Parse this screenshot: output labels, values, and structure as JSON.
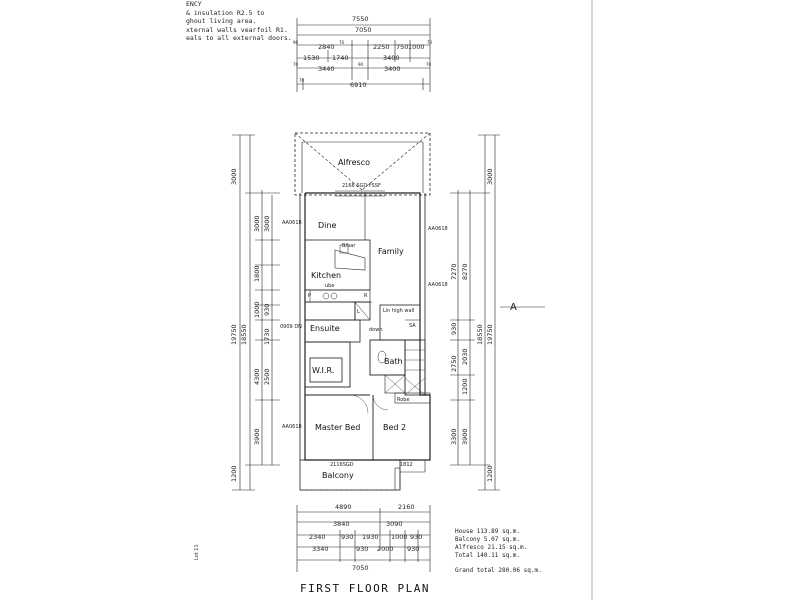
{
  "header_notes": [
    "ENCY",
    "& insulation R2.5 to",
    "ghout living area.",
    "xternal walls vearfoil R1.",
    "eals to all external doors."
  ],
  "top_dims": {
    "overall": "7550",
    "row2": "7050",
    "row3": [
      "2840",
      "2250",
      "750",
      "1000"
    ],
    "row4": [
      "1530",
      "1740",
      "3400"
    ],
    "row5": [
      "3440",
      "3400"
    ],
    "row6": "6910",
    "small": [
      "90",
      "70",
      "70",
      "70",
      "90",
      "70",
      "70"
    ]
  },
  "bottom_dims": {
    "row1": [
      "4890",
      "2160"
    ],
    "row2": [
      "3840",
      "3090"
    ],
    "row3": [
      "2340",
      "930",
      "1930",
      "1000",
      "930"
    ],
    "row4": [
      "3340",
      "930",
      "2000",
      "930"
    ],
    "overall": "7050"
  },
  "left_dims": {
    "overall_outer": "19750",
    "overall_inner": "18550",
    "segments": [
      "3000",
      "3000",
      "1800",
      "3000",
      "930",
      "1000",
      "1730",
      "4300",
      "2500",
      "3900",
      "1200"
    ]
  },
  "right_dims": {
    "overall_outer": "19750",
    "overall_inner": "18550",
    "segments": [
      "3000",
      "7270",
      "8270",
      "930",
      "2750",
      "2030",
      "1200",
      "3300",
      "3900",
      "1200"
    ]
  },
  "rooms": {
    "alfresco": "Alfresco",
    "dine": "Dine",
    "family": "Family",
    "kitchen": "Kitchen",
    "ensuite": "Ensuite",
    "wir": "W.I.R.",
    "bath": "Bath",
    "master_bed": "Master Bed",
    "bed2": "Bed 2",
    "balcony": "Balcony"
  },
  "annotations": {
    "sliding_door": "2168 SGD FSSF",
    "balcony_door": "2116SGD",
    "window_1812": "1812",
    "bbar": "B/bar",
    "ube": "ube",
    "linen": "Lin high wall",
    "down": "down",
    "sa": "SA",
    "robe": "Robe",
    "dn": "0909 DN",
    "win_left1": "AA0618",
    "win_left2": "AA0618",
    "win_right1": "AA0618",
    "win_right2": "AA0618",
    "pantry": "P",
    "ref": "R",
    "l": "L",
    "section": "A"
  },
  "areas": {
    "house": "House 113.89 sq.m.",
    "balcony": "Balcony 5.07 sq.m.",
    "alfresco": "Alfresco 21.15 sq.m.",
    "total": "Total 140.11 sq.m.",
    "grand_total": "Grand total 280.06 sq.m."
  },
  "title": "FIRST FLOOR PLAN",
  "side_mark": "Lot 11"
}
